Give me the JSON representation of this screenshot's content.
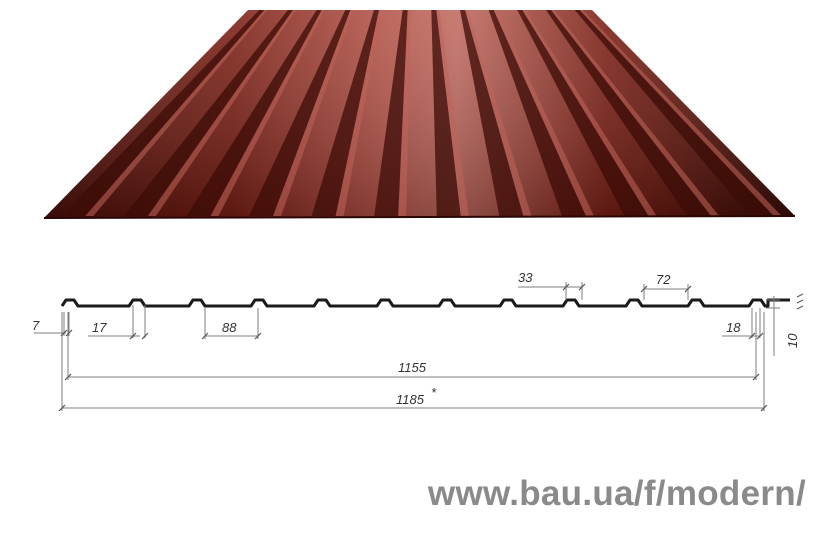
{
  "colors": {
    "sheet_base": "#7a1f14",
    "sheet_light": "#c0655a",
    "sheet_dark": "#3c0c07",
    "profile_line": "#1a1a1a",
    "dimension_line": "#7d7d7d",
    "watermark": "#8a8a8a"
  },
  "dimensions": {
    "pitch_small": "7",
    "rib_top": "17",
    "rib_spacing": "88",
    "rib_bottom": "33",
    "rib_width": "72",
    "edge_rib": "18",
    "height": "10",
    "useful_width": "1155",
    "full_width": "1185",
    "full_width_mark": "*"
  },
  "watermark": {
    "text": "www.bau.ua/f/modern/"
  }
}
